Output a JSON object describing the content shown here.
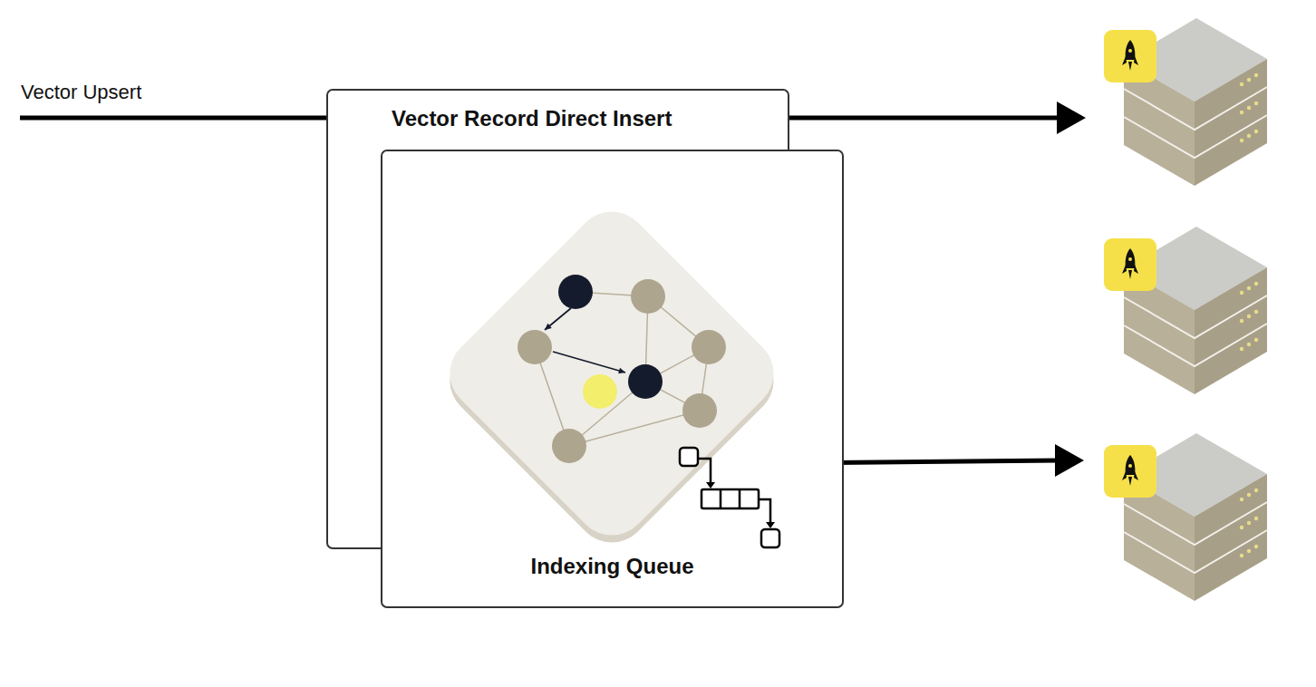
{
  "diagram": {
    "nodes": [
      {
        "text": [
          "Vector Record Direct Insert"
        ]
      },
      {
        "text": [
          "Indexing Queue"
        ]
      }
    ],
    "labels": [
      "Vector Upsert"
    ]
  }
}
